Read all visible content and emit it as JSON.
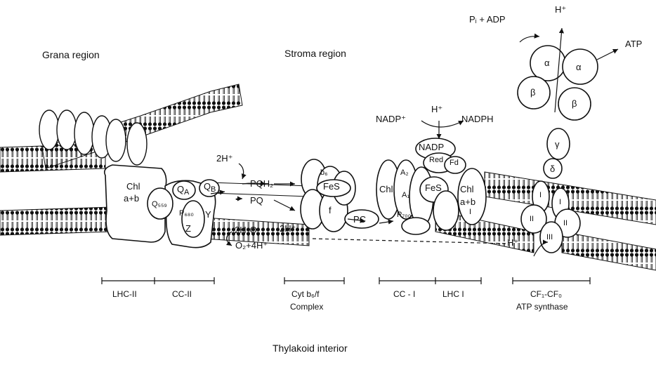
{
  "regions": {
    "grana": "Grana region",
    "stroma": "Stroma region",
    "interior": "Thylakoid interior"
  },
  "complexes": {
    "lhc2": "LHC-II",
    "cc2": "CC-II",
    "cyt_line1": "Cyt b₆/f",
    "cyt_line2": "Complex",
    "cc1": "CC - I",
    "lhc1": "LHC I",
    "atp_line1": "CF₁-CF₀",
    "atp_line2": "ATP synthase"
  },
  "labels": {
    "chl_ab_left_1": "Chl",
    "chl_ab_left_2": "a+b",
    "qa": "Q",
    "qa_sub": "A",
    "qb": "Q",
    "qb_sub": "B",
    "q559": "Q₅₅₉",
    "p680": "P₆₈₀",
    "y": "Y",
    "z": "Z",
    "two_h_top": "2H⁺",
    "pqh2": "PQH₂",
    "pq": "PQ",
    "water": "2H₂O",
    "two_h_bottom": "2H⁺",
    "o2": "O₂+4H⁺",
    "b6": "b₆",
    "fes_cyt": "FeS",
    "f": "f",
    "pc": "PC",
    "chl_cc1": "Chl",
    "a2": "A₂",
    "a1": "A₁",
    "fes_ps1": "FeS",
    "p700": "P₇₀₀",
    "chl_lhc1_1": "Chl",
    "chl_lhc1_2": "a+b",
    "chl_lhc1_3": "I",
    "nadp_red_1": "NADP",
    "nadp_red_2": "Red",
    "fd": "Fd",
    "nadp_plus": "NADP⁺",
    "h_nadp": "H⁺",
    "nadph": "NADPH",
    "pi_adp": "Pᵢ + ADP",
    "h_atp": "H⁺",
    "atp": "ATP",
    "alpha1": "α",
    "alpha2": "α",
    "beta1": "β",
    "beta2": "β",
    "gamma": "γ",
    "delta": "δ",
    "sub_i1": "I",
    "sub_i2": "I",
    "sub_ii1": "II",
    "sub_ii2": "II",
    "sub_iii": "III",
    "h_interior": "H⁺"
  }
}
